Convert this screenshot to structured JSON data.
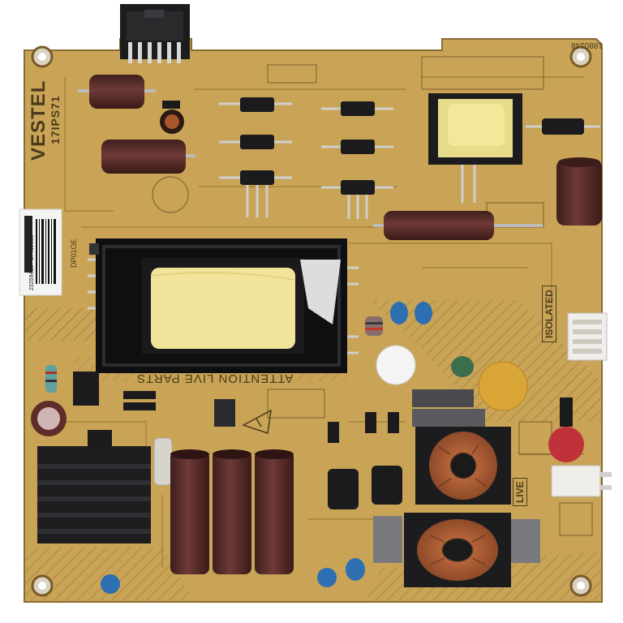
{
  "board": {
    "brand": "VESTEL",
    "model": "17IPS71",
    "part_code": "1880148",
    "warning": "ATTENTION LIVE PARTS",
    "isolated": "ISOLATED",
    "live": "LIVE",
    "sticker_line1": "23259458 - 27419036",
    "sticker_line2": "DP01OE"
  },
  "colors": {
    "pcb": "#c9a456",
    "pcb_dark": "#a9843c",
    "silkscreen": "#4a3a1c",
    "capacitor": "#5e2d2a",
    "heatsink": "#1e1e20",
    "transformer_tape": "#f1e39a"
  }
}
